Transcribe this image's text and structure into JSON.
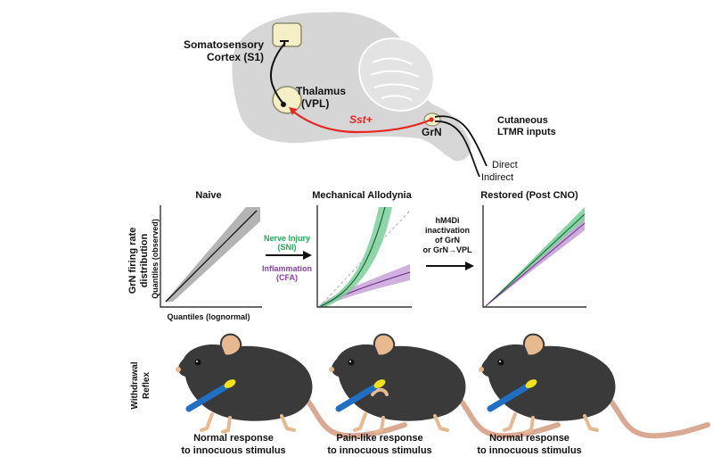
{
  "brain": {
    "cortex_label_1": "Somatosensory",
    "cortex_label_2": "Cortex (S1)",
    "thalamus_label_1": "Thalamus",
    "thalamus_label_2": "(VPL)",
    "pathway_label": "Sst+",
    "grn_label": "GrN",
    "inputs_label_1": "Cutaneous",
    "inputs_label_2": "LTMR inputs",
    "direct_label": "Direct",
    "indirect_label": "Indirect"
  },
  "panels": {
    "naive_title": "Naive",
    "allodynia_title": "Mechanical Allodynia",
    "restored_title": "Restored (Post CNO)",
    "y_title_1": "GrN firing rate",
    "y_title_2": "distribution",
    "y_axis_label": "Quantiles (observed)",
    "x_axis_label": "Quantiles (lognormal)",
    "nerve_injury_1": "Nerve Injury",
    "nerve_injury_2": "(SNI)",
    "inflammation_1": "Inflammation",
    "inflammation_2": "(CFA)",
    "inactivation_1": "hM4Di",
    "inactivation_2": "inactivation",
    "inactivation_3": "of GrN",
    "inactivation_4": "or GrN→VPL"
  },
  "mice": {
    "row_label_1": "Withdrawal",
    "row_label_2": "Reflex",
    "left_caption_1": "Normal response",
    "left_caption_2": "to innocuous stimulus",
    "mid_caption_1": "Pain-like response",
    "mid_caption_2": "to innocuous stimulus",
    "right_caption_1": "Normal response",
    "right_caption_2": "to innocuous stimulus"
  },
  "colors": {
    "pathway_red": "#e8261f",
    "nerve_injury_green": "#1faa5a",
    "inflammation_purple": "#8e3fa8",
    "band_gray": "#b4b4b4",
    "brain_gray": "#d6d6d6",
    "nucleus_yellow": "#f4efc6",
    "mouse_body": "#3a3a3a",
    "ear_tan": "#e7b98e",
    "brush_blue": "#1f6fc2",
    "brush_yellow": "#f2e21b"
  }
}
